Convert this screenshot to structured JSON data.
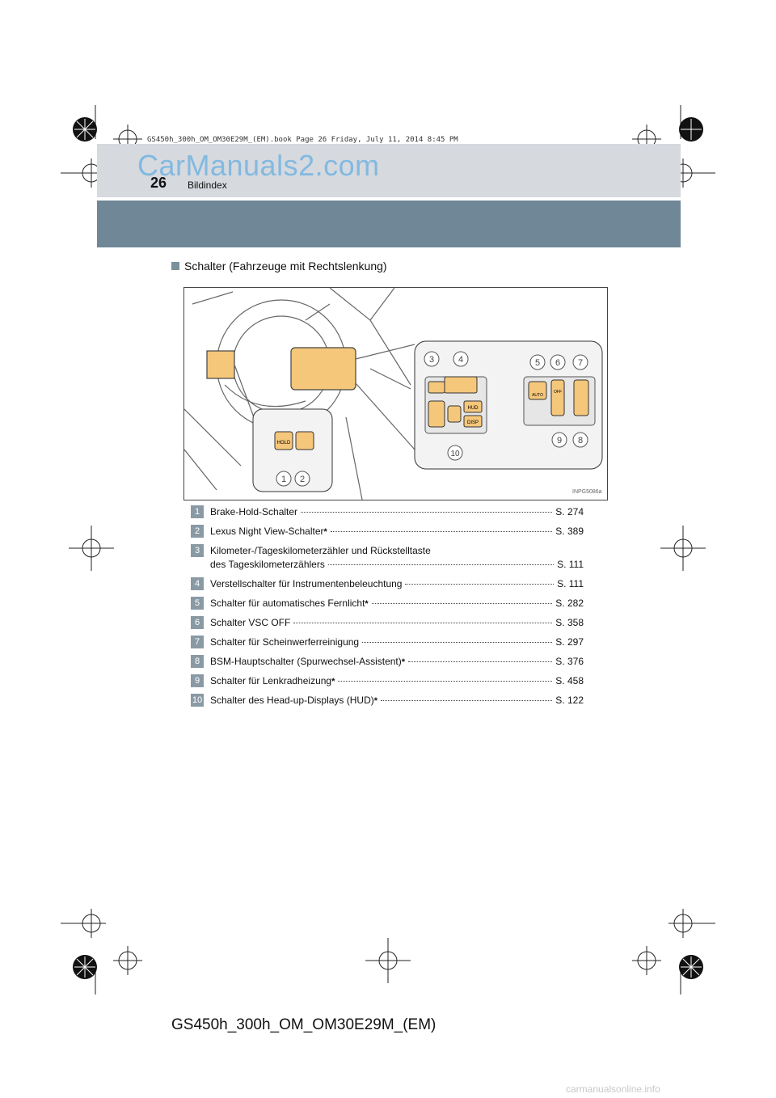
{
  "bookline": "GS450h_300h_OM_OM30E29M_(EM).book  Page 26  Friday, July 11, 2014  8:45 PM",
  "watermark": "CarManuals2.com",
  "header": {
    "page_number": "26",
    "section": "Bildindex"
  },
  "heading": "Schalter (Fahrzeuge mit Rechtslenkung)",
  "figure": {
    "image_code": "INPG5086a",
    "callouts": [
      "1",
      "2",
      "3",
      "4",
      "5",
      "6",
      "7",
      "8",
      "9",
      "10"
    ],
    "button_labels": {
      "hold": "HOLD",
      "hud": "HUD",
      "disp": "DISP",
      "auto": "AUTO",
      "off": "OFF"
    }
  },
  "items": [
    {
      "num": "1",
      "text": "Brake-Hold-Schalter",
      "star": "",
      "page": "S. 274"
    },
    {
      "num": "2",
      "text": "Lexus Night View-Schalter",
      "star": "*",
      "page": "S. 389"
    },
    {
      "num": "3",
      "text": "Kilometer-/Tageskilometerzähler und Rückstelltaste",
      "text2": "des Tageskilometerzählers",
      "star": "",
      "page": "S. 111"
    },
    {
      "num": "4",
      "text": "Verstellschalter für Instrumentenbeleuchtung",
      "star": "",
      "page": "S. 111"
    },
    {
      "num": "5",
      "text": "Schalter für automatisches Fernlicht",
      "star": "*",
      "page": "S. 282"
    },
    {
      "num": "6",
      "text": "Schalter VSC OFF",
      "star": "",
      "page": "S. 358"
    },
    {
      "num": "7",
      "text": "Schalter für Scheinwerferreinigung",
      "star": "",
      "page": "S. 297"
    },
    {
      "num": "8",
      "text": "BSM-Hauptschalter (Spurwechsel-Assistent)",
      "star": "*",
      "page": "S. 376"
    },
    {
      "num": "9",
      "text": "Schalter für Lenkradheizung",
      "star": "*",
      "page": "S. 458"
    },
    {
      "num": "10",
      "text": "Schalter des Head-up-Displays (HUD)",
      "star": "*",
      "page": "S. 122"
    }
  ],
  "footer": "GS450h_300h_OM_OM30E29M_(EM)",
  "footer_site": "carmanualsonline.info"
}
